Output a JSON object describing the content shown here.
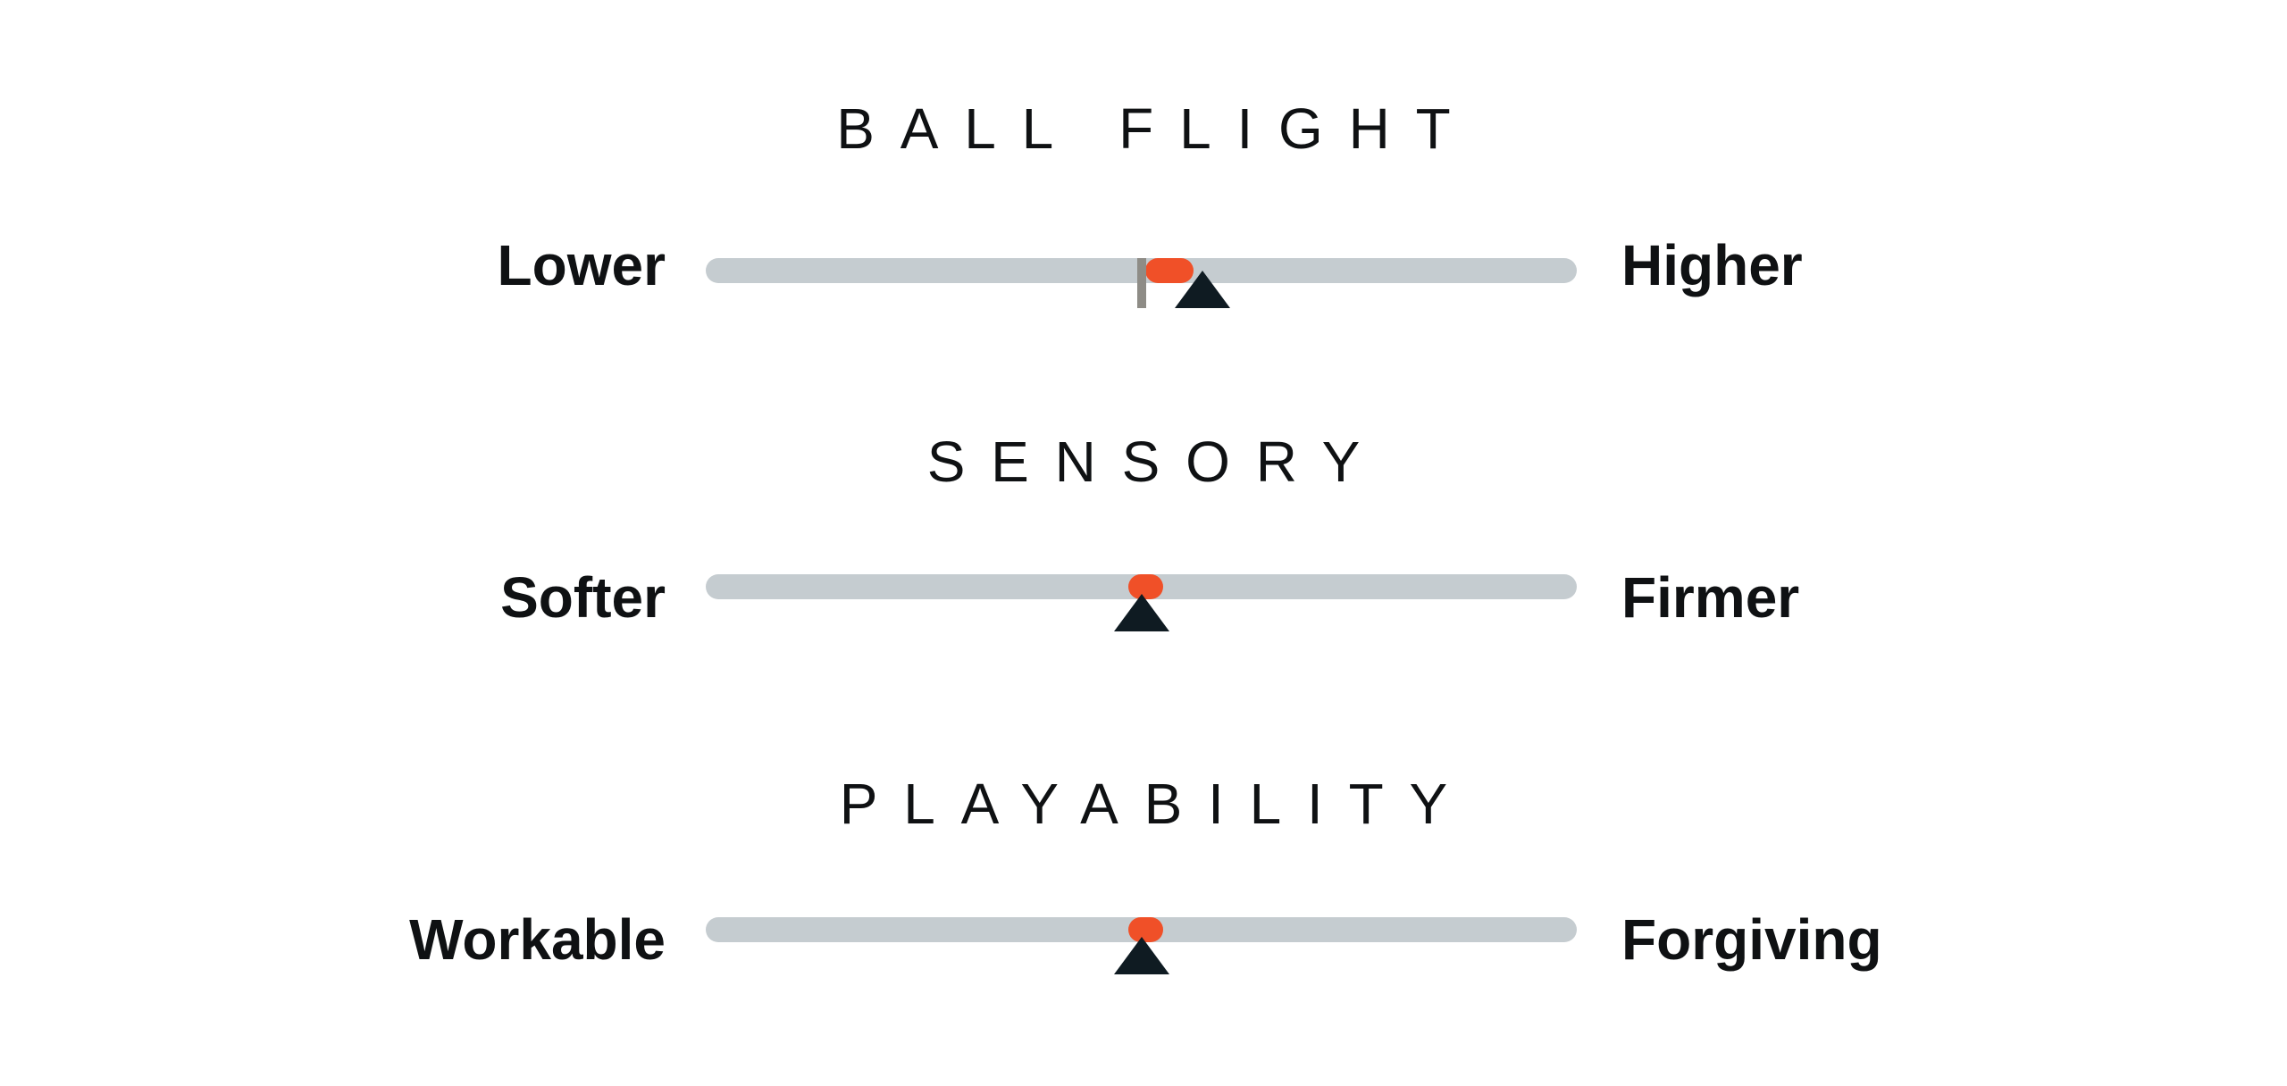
{
  "scales": [
    {
      "title": "BALL FLIGHT",
      "left_label": "Lower",
      "right_label": "Higher",
      "baseline_fraction": 0.5,
      "value_fraction": 0.57,
      "range_fraction": [
        0.505,
        0.56
      ]
    },
    {
      "title": "SENSORY",
      "left_label": "Softer",
      "right_label": "Firmer",
      "baseline_fraction": 0.5,
      "value_fraction": 0.5,
      "range_fraction": [
        0.485,
        0.525
      ]
    },
    {
      "title": "PLAYABILITY",
      "left_label": "Workable",
      "right_label": "Forgiving",
      "baseline_fraction": 0.5,
      "value_fraction": 0.5,
      "range_fraction": [
        0.485,
        0.525
      ]
    }
  ],
  "colors": {
    "track": "#c5ccd0",
    "range": "#f05028",
    "pointer": "#0f1b22",
    "baseline": "#8e8c86"
  }
}
